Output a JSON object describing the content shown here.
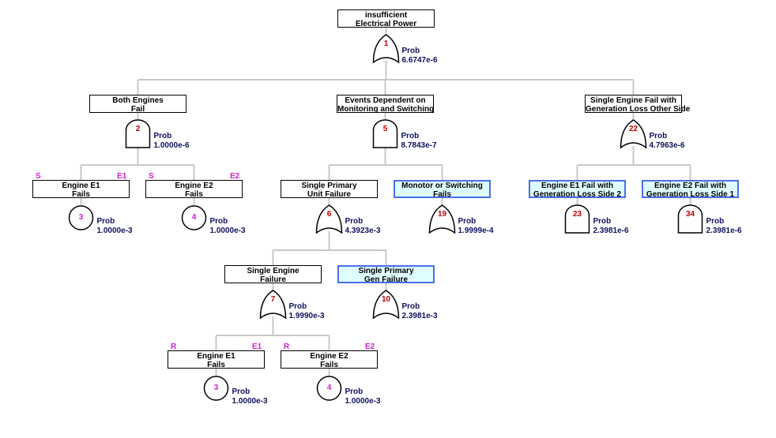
{
  "nodes": [
    {
      "id": "top",
      "line1": "insufficient",
      "line2": "Electrical Power",
      "gate_number": "1",
      "prob_label": "Prob",
      "prob": "6.6747e-6"
    },
    {
      "id": "both",
      "line1": "Both Engines",
      "line2": "Fail",
      "gate_number": "2",
      "prob_label": "Prob",
      "prob": "1.0000e-6"
    },
    {
      "id": "events",
      "line1": "Events Dependent on",
      "line2": "Monitoring and Switching",
      "gate_number": "5",
      "prob_label": "Prob",
      "prob": "8.7843e-7"
    },
    {
      "id": "single",
      "line1": "Single Engine Fail with",
      "line2": "Generation Loss Other Side",
      "gate_number": "22",
      "prob_label": "Prob",
      "prob": "4.7963e-6"
    },
    {
      "id": "e1a",
      "line1": "Engine E1",
      "line2": "Fails",
      "gate_number": "3",
      "prob_label": "Prob",
      "prob": "1.0000e-3",
      "tag_left": "S",
      "tag_right": "E1"
    },
    {
      "id": "e2a",
      "line1": "Engine E2",
      "line2": "Fails",
      "gate_number": "4",
      "prob_label": "Prob",
      "prob": "1.0000e-3",
      "tag_left": "S",
      "tag_right": "E2"
    },
    {
      "id": "spuf",
      "line1": "Single Primary",
      "line2": "Unit Failure",
      "gate_number": "6",
      "prob_label": "Prob",
      "prob": "4.3923e-3"
    },
    {
      "id": "mon",
      "line1": "Monotor or Switching",
      "line2": "Fails",
      "gate_number": "19",
      "prob_label": "Prob",
      "prob": "1.9999e-4"
    },
    {
      "id": "e1gl",
      "line1": "Engine E1 Fail with",
      "line2": "Generation Loss Side 2",
      "gate_number": "23",
      "prob_label": "Prob",
      "prob": "2.3981e-6"
    },
    {
      "id": "e2gl",
      "line1": "Engine E2 Fail with",
      "line2": "Generation Loss Side 1",
      "gate_number": "34",
      "prob_label": "Prob",
      "prob": "2.3981e-6"
    },
    {
      "id": "sef",
      "line1": "Single Engine",
      "line2": "Failure",
      "gate_number": "7",
      "prob_label": "Prob",
      "prob": "1.9990e-3"
    },
    {
      "id": "spgf",
      "line1": "Single Primary",
      "line2": "Gen Failure",
      "gate_number": "10",
      "prob_label": "Prob",
      "prob": "2.3981e-3"
    },
    {
      "id": "e1b",
      "line1": "Engine E1",
      "line2": "Fails",
      "gate_number": "3",
      "prob_label": "Prob",
      "prob": "1.0000e-3",
      "tag_left": "R",
      "tag_right": "E1"
    },
    {
      "id": "e2b",
      "line1": "Engine E2",
      "line2": "Fails",
      "gate_number": "4",
      "prob_label": "Prob",
      "prob": "1.0000e-3",
      "tag_left": "R",
      "tag_right": "E2"
    }
  ],
  "gate_types": {
    "top": "or-gate",
    "both": "and-gate",
    "events": "and-gate",
    "single": "or-gate",
    "e1a": "basic-event",
    "e2a": "basic-event",
    "spuf": "or-gate",
    "mon": "or-gate",
    "e1gl": "and-gate",
    "e2gl": "and-gate",
    "sef": "or-gate",
    "spgf": "or-gate",
    "e1b": "basic-event",
    "e2b": "basic-event"
  },
  "colors": {
    "connector": "#c8c8c8",
    "gate_number": "#c00000",
    "event_number": "#d020d0",
    "prob_text": "#101060",
    "highlight_fill": "#dffffe",
    "highlight_border": "#4a6fe8"
  }
}
